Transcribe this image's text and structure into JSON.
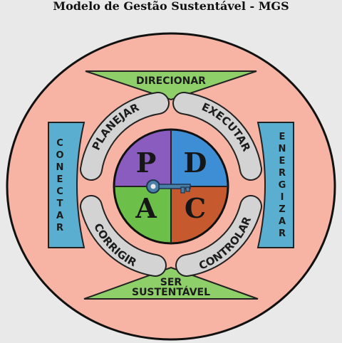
{
  "title": "Modelo de Gestão Sustentável - MGS",
  "top_arrow": "DIRECIONAR",
  "bottom_arrow": [
    "SER",
    "SUSTENTÁVEL"
  ],
  "left_bar": [
    "C",
    "O",
    "N",
    "E",
    "C",
    "T",
    "A",
    "R"
  ],
  "right_bar": [
    "E",
    "N",
    "E",
    "R",
    "G",
    "I",
    "Z",
    "A",
    "R"
  ],
  "arcs": {
    "top_left": "PLANEJAR",
    "top_right": "EXECUTAR",
    "bottom_left": "CORRIGIR",
    "bottom_right": "CONTROLAR"
  },
  "pdca": {
    "p": "P",
    "d": "D",
    "a": "A",
    "c": "C"
  },
  "colors": {
    "circle": "#f7b3a3",
    "arrows": "#8fcf6a",
    "bars": "#5aaed0",
    "arcs": "#d3d3d3",
    "p": "#8a5cc0",
    "d": "#3e8ed6",
    "a": "#6cc04a",
    "c": "#c65a2e"
  },
  "icons": {
    "center": "key-icon"
  }
}
